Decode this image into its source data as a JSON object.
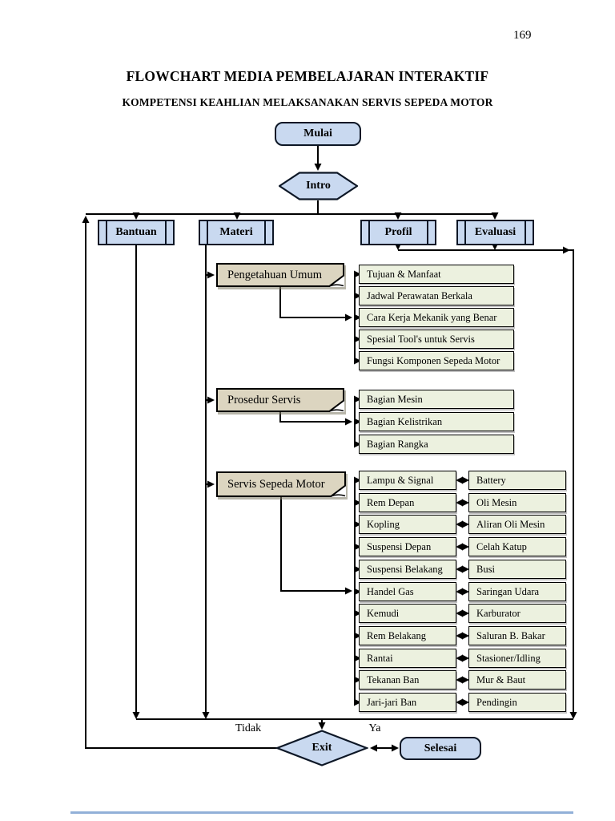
{
  "page": {
    "number": "169"
  },
  "header": {
    "title": "FLOWCHART MEDIA PEMBELAJARAN INTERAKTIF",
    "subtitle": "KOMPETENSI KEAHLIAN MELAKSANAKAN SERVIS SEPEDA MOTOR"
  },
  "nodes": {
    "start": "Mulai",
    "intro": "Intro",
    "exit": "Exit",
    "finish": "Selesai",
    "no_label": "Tidak",
    "yes_label": "Ya"
  },
  "menu": {
    "items": [
      {
        "label": "Bantuan"
      },
      {
        "label": "Materi"
      },
      {
        "label": "Profil"
      },
      {
        "label": "Evaluasi"
      }
    ]
  },
  "sections": [
    {
      "title": "Pengetahuan Umum",
      "items": [
        "Tujuan & Manfaat",
        "Jadwal Perawatan Berkala",
        "Cara Kerja Mekanik yang Benar",
        "Spesial Tool's untuk Servis",
        "Fungsi Komponen Sepeda Motor"
      ]
    },
    {
      "title": "Prosedur Servis",
      "items": [
        "Bagian Mesin",
        "Bagian Kelistrikan",
        "Bagian Rangka"
      ]
    },
    {
      "title": "Servis Sepeda Motor",
      "items_left": [
        "Lampu & Signal",
        "Rem Depan",
        "Kopling",
        "Suspensi Depan",
        "Suspensi Belakang",
        "Handel Gas",
        "Kemudi",
        "Rem Belakang",
        "Rantai",
        "Tekanan Ban",
        "Jari-jari Ban"
      ],
      "items_right": [
        "Battery",
        "Oli Mesin",
        "Aliran Oli Mesin",
        "Celah Katup",
        "Busi",
        "Saringan Udara",
        "Karburator",
        "Saluran B. Bakar",
        "Stasioner/Idling",
        "Mur & Baut",
        "Pendingin"
      ]
    }
  ],
  "colors": {
    "node_fill": "#c9d9f0",
    "section_fill": "#dcd5c0",
    "item_fill": "#ecf1df",
    "line": "#000000",
    "bottom_rule": "#92b0d8"
  }
}
